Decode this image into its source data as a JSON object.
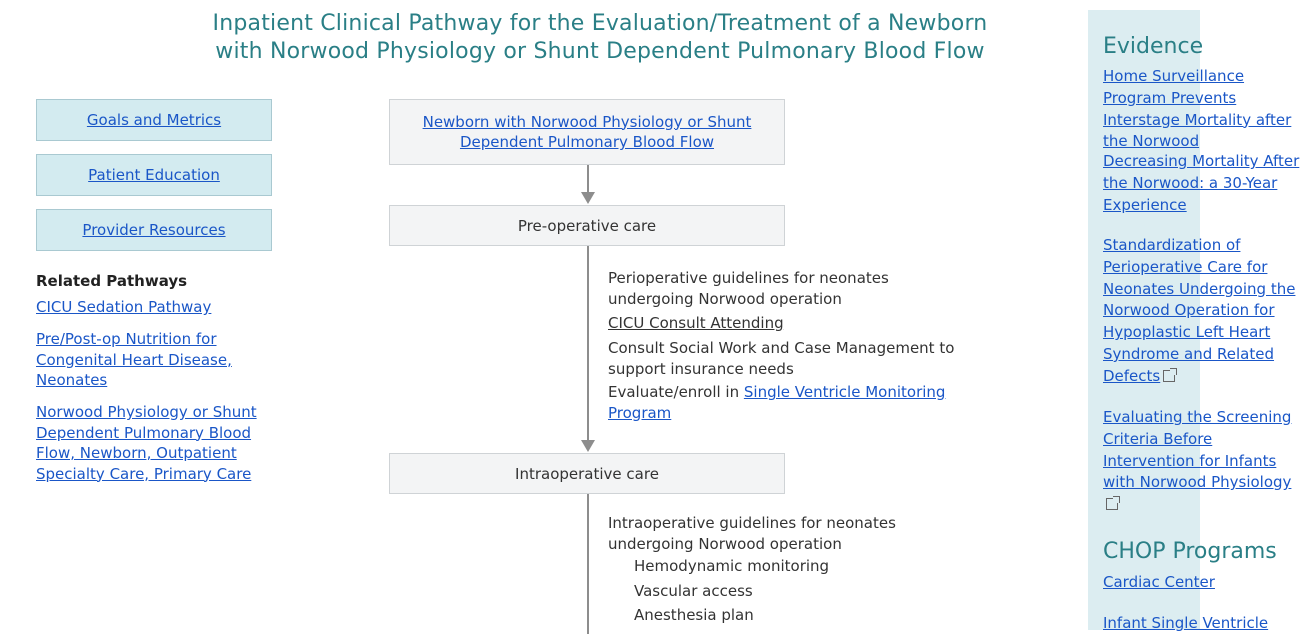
{
  "title": {
    "line1": "Inpatient Clinical Pathway for the Evaluation/Treatment of a Newborn",
    "line2": "with Norwood Physiology or Shunt Dependent Pulmonary Blood Flow"
  },
  "nav": {
    "goals": "Goals and Metrics",
    "education": "Patient Education",
    "resources": "Provider Resources"
  },
  "related": {
    "heading": "Related Pathways",
    "items": [
      "CICU Sedation Pathway",
      "Pre/Post-op Nutrition for Congenital Heart Disease, Neonates",
      "Norwood Physiology or Shunt Dependent Pulmonary Blood Flow, Newborn, Outpatient Specialty Care, Primary Care"
    ]
  },
  "flow": {
    "start": "Newborn with Norwood Physiology or Shunt Dependent Pulmonary Blood Flow",
    "preop": {
      "label": "Pre-operative care",
      "guidelines": "Perioperative guidelines for neonates undergoing Norwood operation",
      "consult_link": "CICU Consult Attending",
      "social_work": "Consult Social Work and Case Management to support insurance needs",
      "enroll_prefix": "Evaluate/enroll in ",
      "enroll_link": "Single Ventricle Monitoring Program"
    },
    "intraop": {
      "label": "Intraoperative care",
      "guidelines": "Intraoperative guidelines for neonates undergoing Norwood operation",
      "items": [
        "Hemodynamic monitoring",
        "Vascular access",
        "Anesthesia plan"
      ]
    }
  },
  "evidence": {
    "heading": "Evidence",
    "links": [
      "Home Surveillance Program Prevents Interstage Mortality after the Norwood",
      "Decreasing Mortality After the Norwood: a 30-Year Experience",
      "Standardization of Perioperative Care for Neonates Undergoing the Norwood Operation for Hypoplastic Left Heart Syndrome and Related Defects",
      "Evaluating the Screening Criteria Before Intervention for Infants with Norwood Physiology"
    ],
    "chop_heading": "CHOP Programs",
    "chop_links": [
      "Cardiac Center",
      "Infant Single Ventricle"
    ]
  }
}
